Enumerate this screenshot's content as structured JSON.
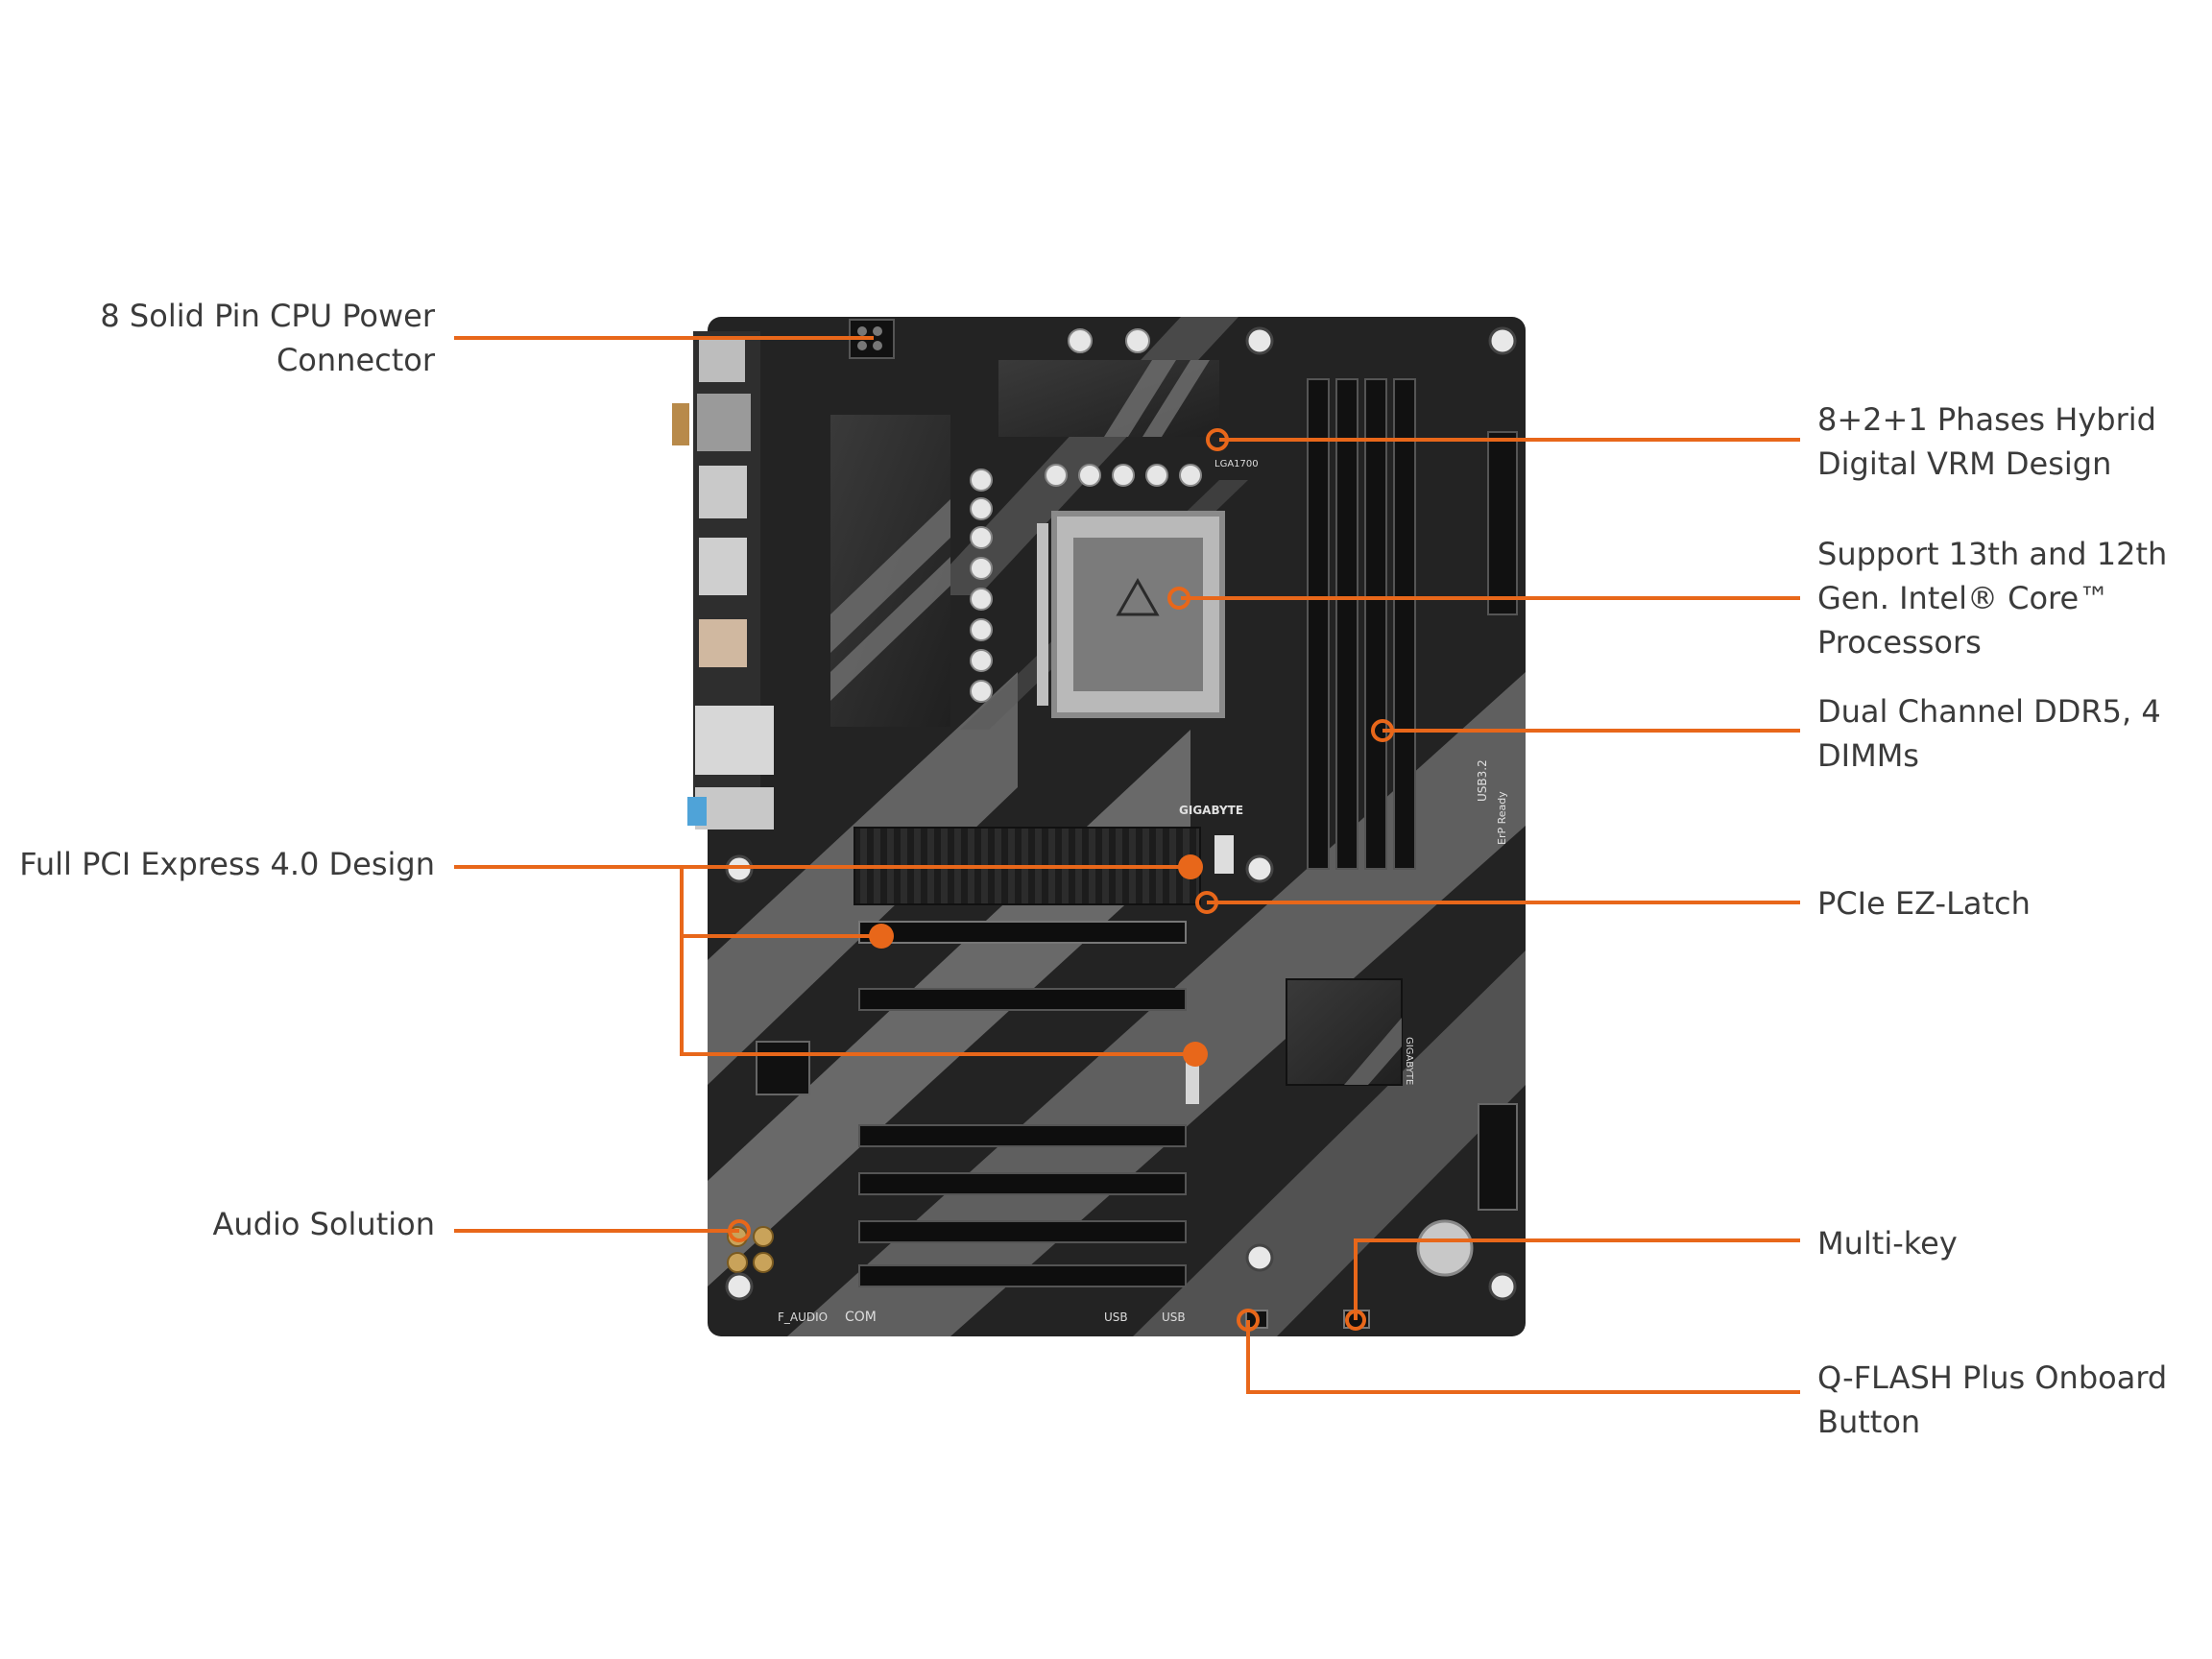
{
  "accent_color": "#e8671a",
  "board_color": "#1e1e1e",
  "callouts": {
    "cpu_power": "8 Solid Pin CPU Power\nConnector",
    "pcie_design": "Full PCI Express 4.0 Design",
    "audio": "Audio Solution",
    "vrm": "8+2+1 Phases Hybrid\nDigital VRM Design",
    "cpu_support": "Support 13th and 12th\nGen. Intel® Core™\nProcessors",
    "ddr5": "Dual Channel DDR5, 4\nDIMMs",
    "ez_latch": "PCIe EZ-Latch",
    "multikey": "Multi-key",
    "qflash": "Q-FLASH Plus Onboard\nButton"
  },
  "board_text": {
    "brand": "GIGABYTE",
    "chip_brand": "GIGABYTE",
    "socket": "LGA1700",
    "usb": "USB3.2",
    "erp": "ErP Ready",
    "com": "COM",
    "usb_header_a": "USB",
    "usb_header_b": "USB",
    "audio_header": "F_AUDIO"
  }
}
